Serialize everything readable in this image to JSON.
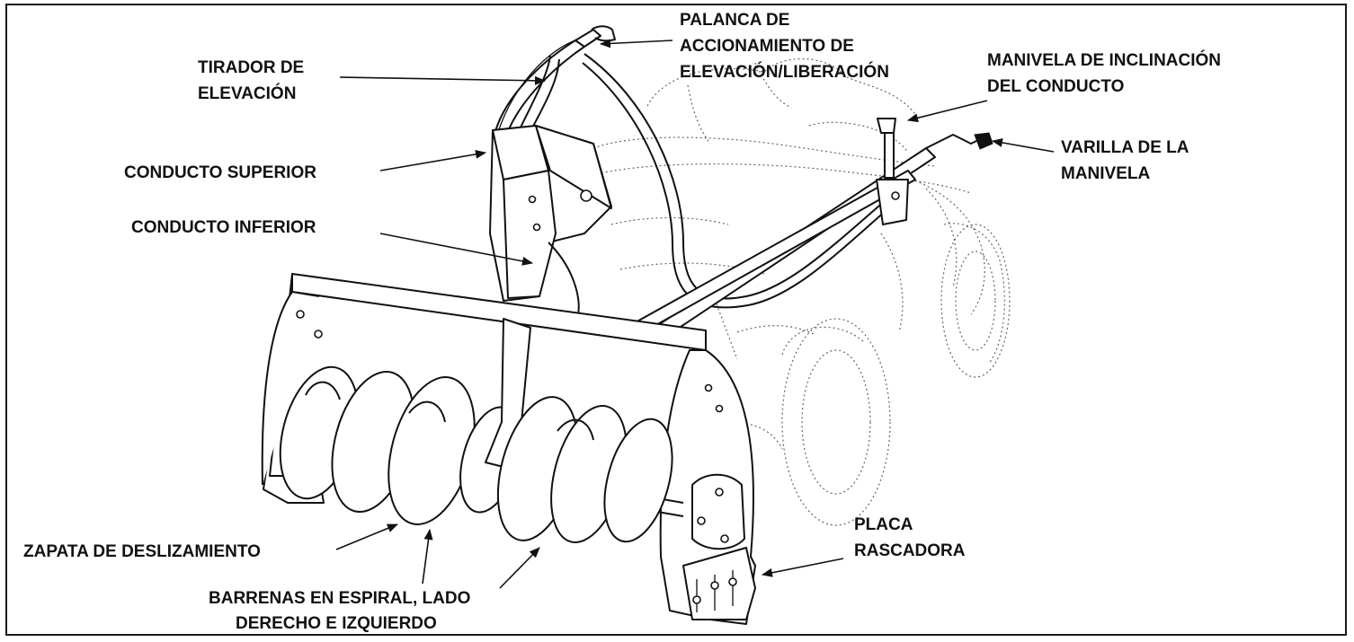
{
  "labels": {
    "tirador_l1": "TIRADOR DE",
    "tirador_l2": "ELEVACIÓN",
    "palanca_l1": "PALANCA DE",
    "palanca_l2": "ACCIONAMIENTO DE",
    "palanca_l3": "ELEVACIÓN/LIBERACIÓN",
    "manivela_incl_l1": "MANIVELA DE INCLINACIÓN",
    "manivela_incl_l2": "DEL CONDUCTO",
    "varilla_l1": "VARILLA DE LA",
    "varilla_l2": "MANIVELA",
    "conducto_sup": "CONDUCTO SUPERIOR",
    "conducto_inf": "CONDUCTO INFERIOR",
    "placa_l1": "PLACA",
    "placa_l2": "RASCADORA",
    "zapata": "ZAPATA DE DESLIZAMIENTO",
    "barrenas_l1": "BARRENAS EN ESPIRAL, LADO",
    "barrenas_l2": "DERECHO E IZQUIERDO"
  },
  "colors": {
    "ink": "#111111",
    "background": "#ffffff",
    "tractor_outline": "#666666"
  }
}
